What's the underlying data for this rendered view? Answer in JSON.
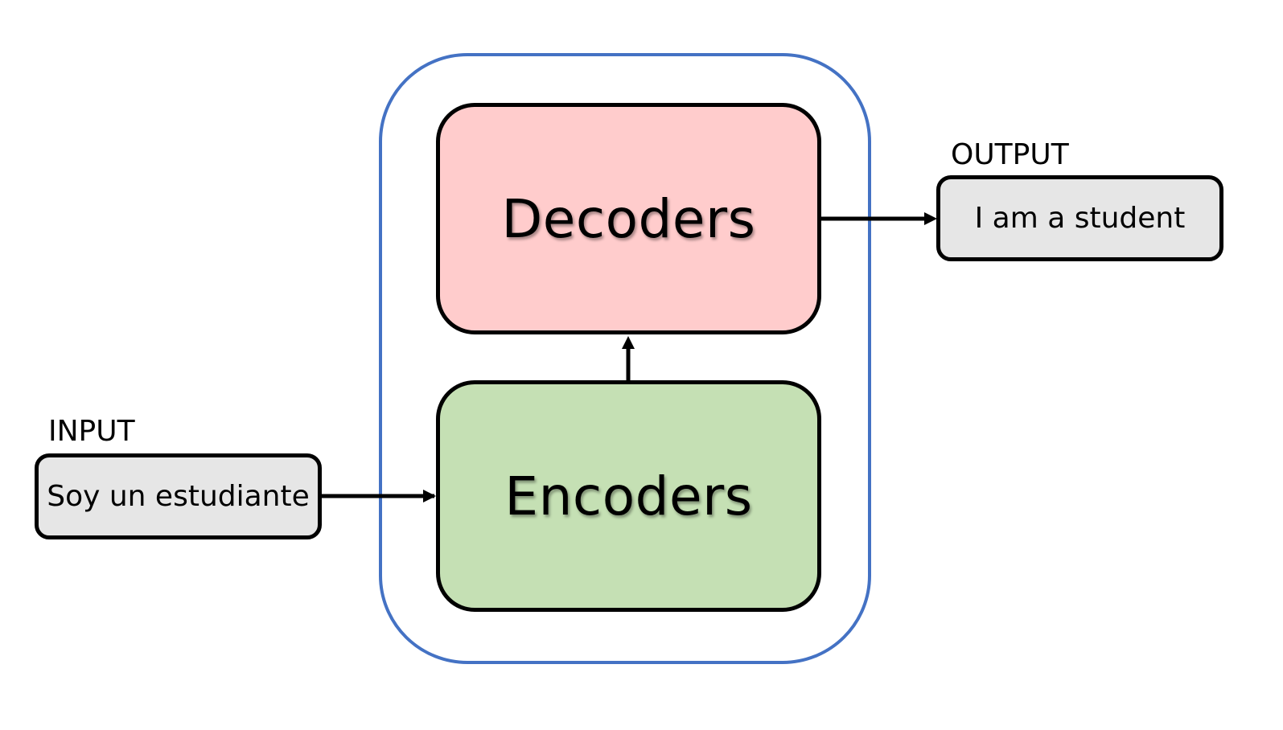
{
  "diagram": {
    "decoders_label": "Decoders",
    "encoders_label": "Encoders",
    "input": {
      "caption": "INPUT",
      "text": "Soy un estudiante"
    },
    "output": {
      "caption": "OUTPUT",
      "text": "I am a student"
    }
  },
  "colors": {
    "frame": "#4472c4",
    "decoders_fill": "#ffcccc",
    "encoders_fill": "#c5e0b4",
    "io_fill": "#e6e6e6",
    "stroke": "#000000"
  }
}
